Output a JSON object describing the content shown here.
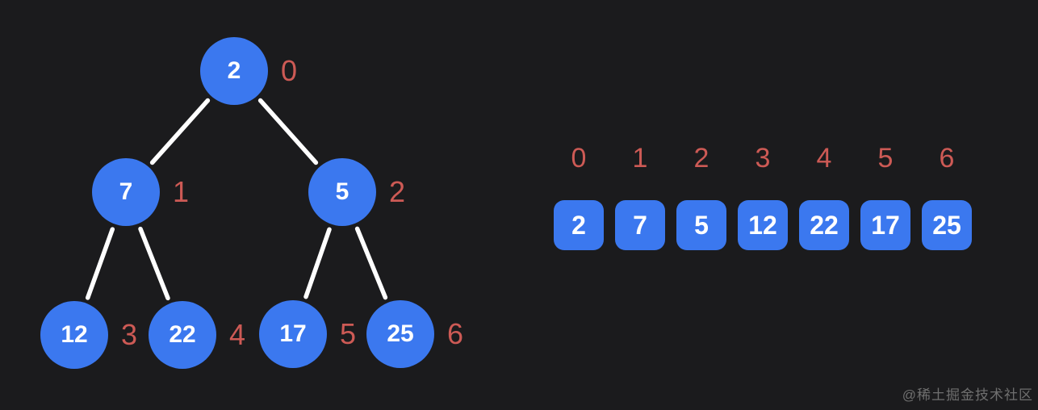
{
  "colors": {
    "background": "#1b1b1d",
    "node_fill": "#3b78ef",
    "node_text": "#ffffff",
    "index_text": "#cd5a55",
    "edge": "#ffffff",
    "watermark": "#6f6f6f"
  },
  "tree": {
    "nodes": [
      {
        "value": "2",
        "index": "0"
      },
      {
        "value": "7",
        "index": "1"
      },
      {
        "value": "5",
        "index": "2"
      },
      {
        "value": "12",
        "index": "3"
      },
      {
        "value": "22",
        "index": "4"
      },
      {
        "value": "17",
        "index": "5"
      },
      {
        "value": "25",
        "index": "6"
      }
    ],
    "edges": [
      [
        0,
        1
      ],
      [
        0,
        2
      ],
      [
        1,
        3
      ],
      [
        1,
        4
      ],
      [
        2,
        5
      ],
      [
        2,
        6
      ]
    ]
  },
  "array": {
    "indices": [
      "0",
      "1",
      "2",
      "3",
      "4",
      "5",
      "6"
    ],
    "values": [
      "2",
      "7",
      "5",
      "12",
      "22",
      "17",
      "25"
    ]
  },
  "watermark": "@稀土掘金技术社区"
}
